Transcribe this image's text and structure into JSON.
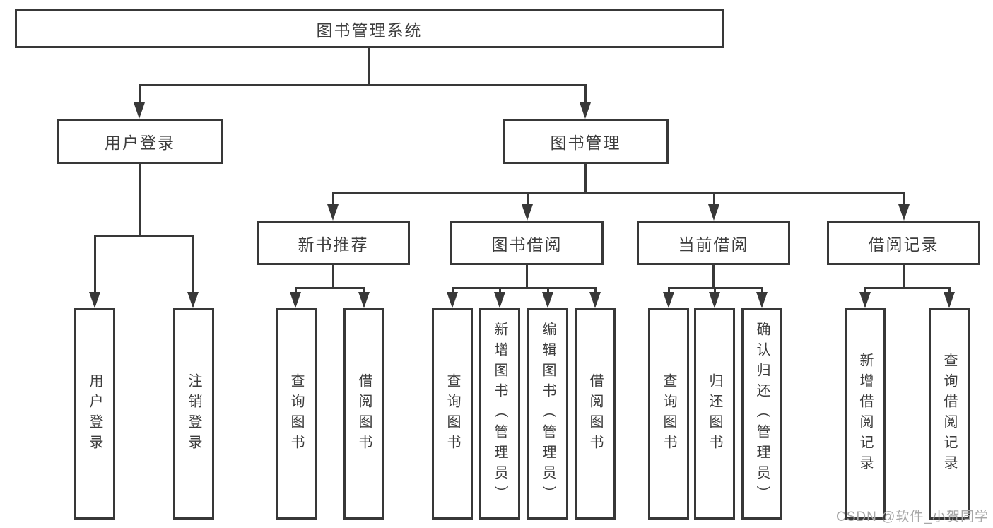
{
  "diagram": {
    "title": "图书管理系统",
    "root": "图书管理系统",
    "level2": [
      "用户登录",
      "图书管理"
    ],
    "level3": [
      "新书推荐",
      "图书借阅",
      "当前借阅",
      "借阅记录"
    ],
    "leaves_login": [
      "用户登录",
      "注销登录"
    ],
    "leaves_recommend": [
      "查询图书",
      "借阅图书"
    ],
    "leaves_borrow": [
      "查询图书",
      "新增图书（管理员）",
      "编辑图书（管理员）",
      "借阅图书"
    ],
    "leaves_current": [
      "查询图书",
      "归还图书",
      "确认归还（管理员）"
    ],
    "leaves_records": [
      "新增借阅记录",
      "查询借阅记录"
    ]
  },
  "watermark": "CSDN @软件_小贺同学",
  "colors": {
    "line": "#383838",
    "box_border": "#383838",
    "text": "#3d3d3d",
    "watermark": "#a7a7a7",
    "background": "#ffffff"
  }
}
